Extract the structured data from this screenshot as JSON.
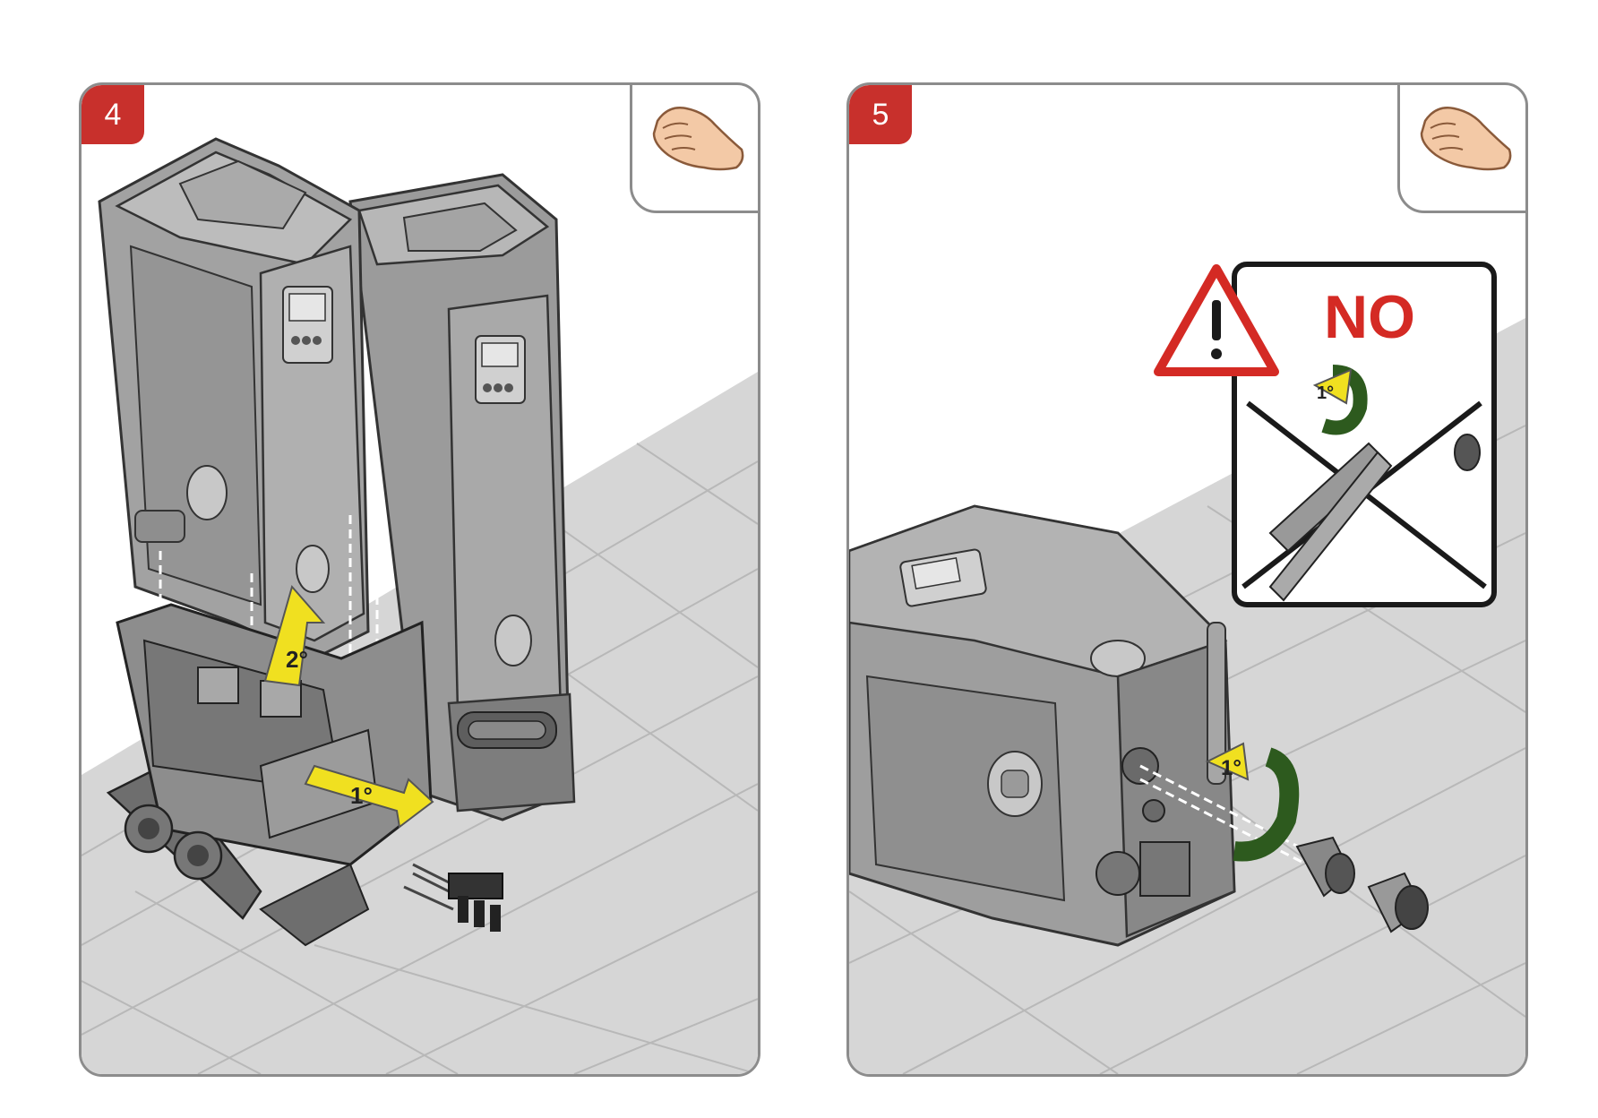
{
  "steps": [
    {
      "number": "4",
      "hand_icon": "hand-press-icon",
      "arrows": [
        {
          "label": "1°",
          "color": "#f0e020"
        },
        {
          "label": "2°",
          "color": "#f0e020"
        }
      ]
    },
    {
      "number": "5",
      "hand_icon": "hand-press-icon",
      "rotation_arrow": {
        "label": "1°",
        "color": "#2d5a1e"
      },
      "warning": {
        "text": "NO",
        "text_color": "#d42a24",
        "icon": "warning-triangle-icon",
        "rotation_arrow": {
          "label": "1°"
        }
      }
    }
  ],
  "colors": {
    "badge": "#c8302c",
    "floor": "#d9d9d9",
    "device_body": "#9d9d9d",
    "arrow_yellow": "#f0e020",
    "arrow_green": "#2d5a1e"
  }
}
